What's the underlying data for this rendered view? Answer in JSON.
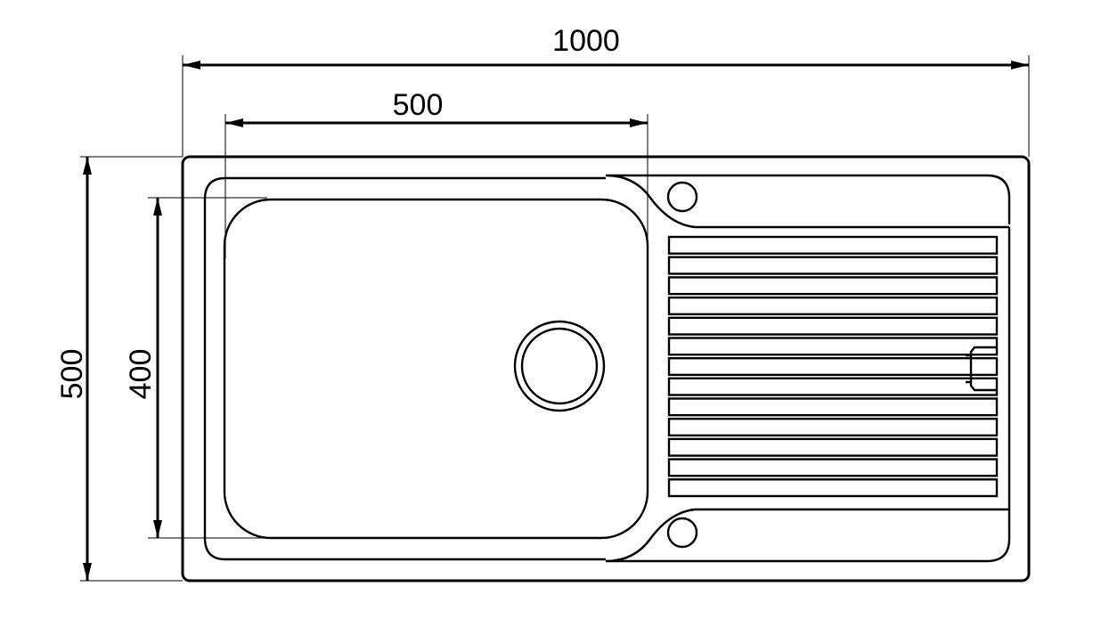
{
  "dimensions": {
    "overall_width": "1000",
    "bowl_width": "500",
    "overall_depth": "500",
    "bowl_depth": "400"
  },
  "drainer": {
    "groove_count": 13
  }
}
